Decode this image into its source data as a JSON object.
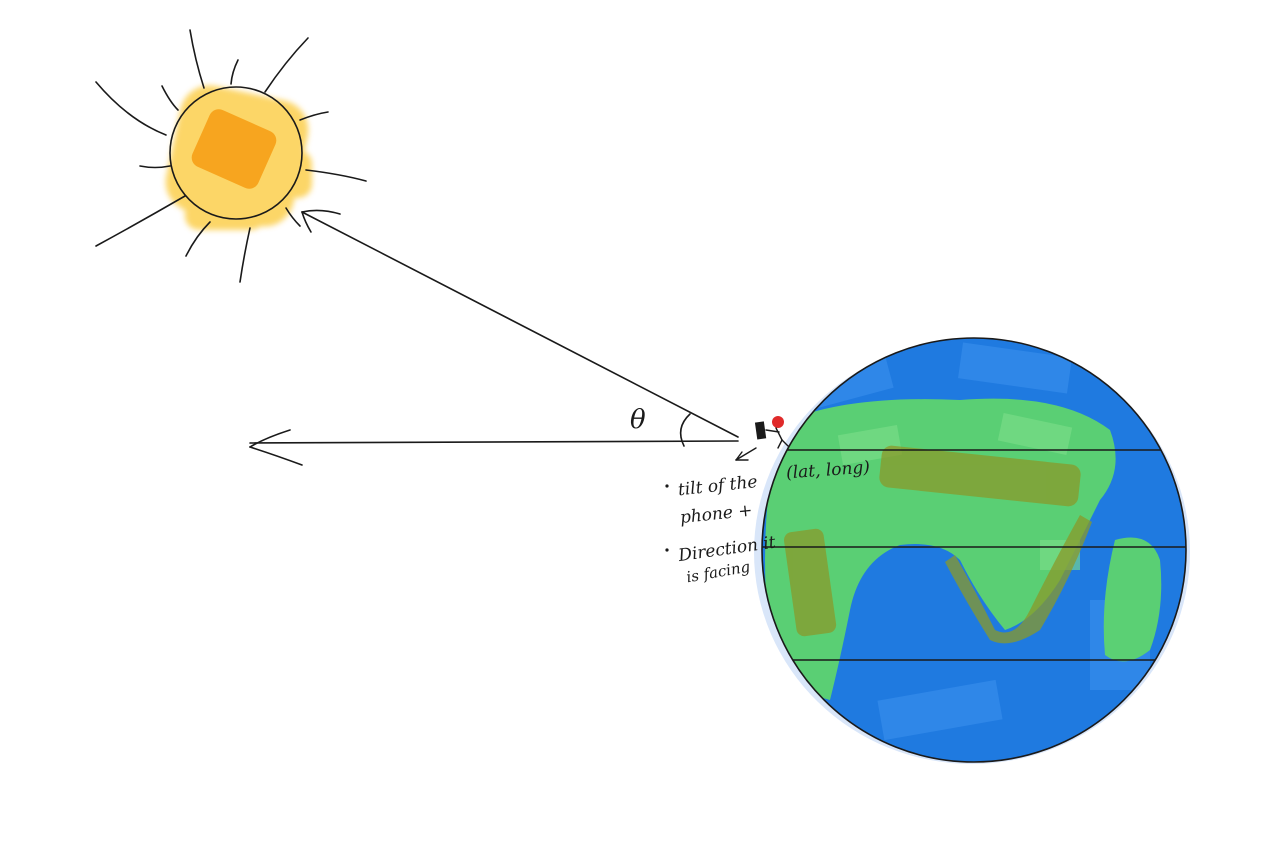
{
  "diagram": {
    "angle_symbol": "θ",
    "location_label": "(lat, long)",
    "notes": [
      "tilt of the",
      "phone +",
      "Direction it",
      "is facing"
    ],
    "colors": {
      "sun_core": "#f7a21b",
      "sun_glow": "#fccf4d",
      "ocean": "#1f7ae0",
      "land": "#5ed46e",
      "highlands": "#8a9a2a",
      "ink": "#1a1a1a",
      "person_head": "#e02a2a",
      "halo": "#c9dcf7"
    },
    "icons": [
      "sun-icon",
      "earth-icon",
      "person-with-phone-icon"
    ]
  }
}
